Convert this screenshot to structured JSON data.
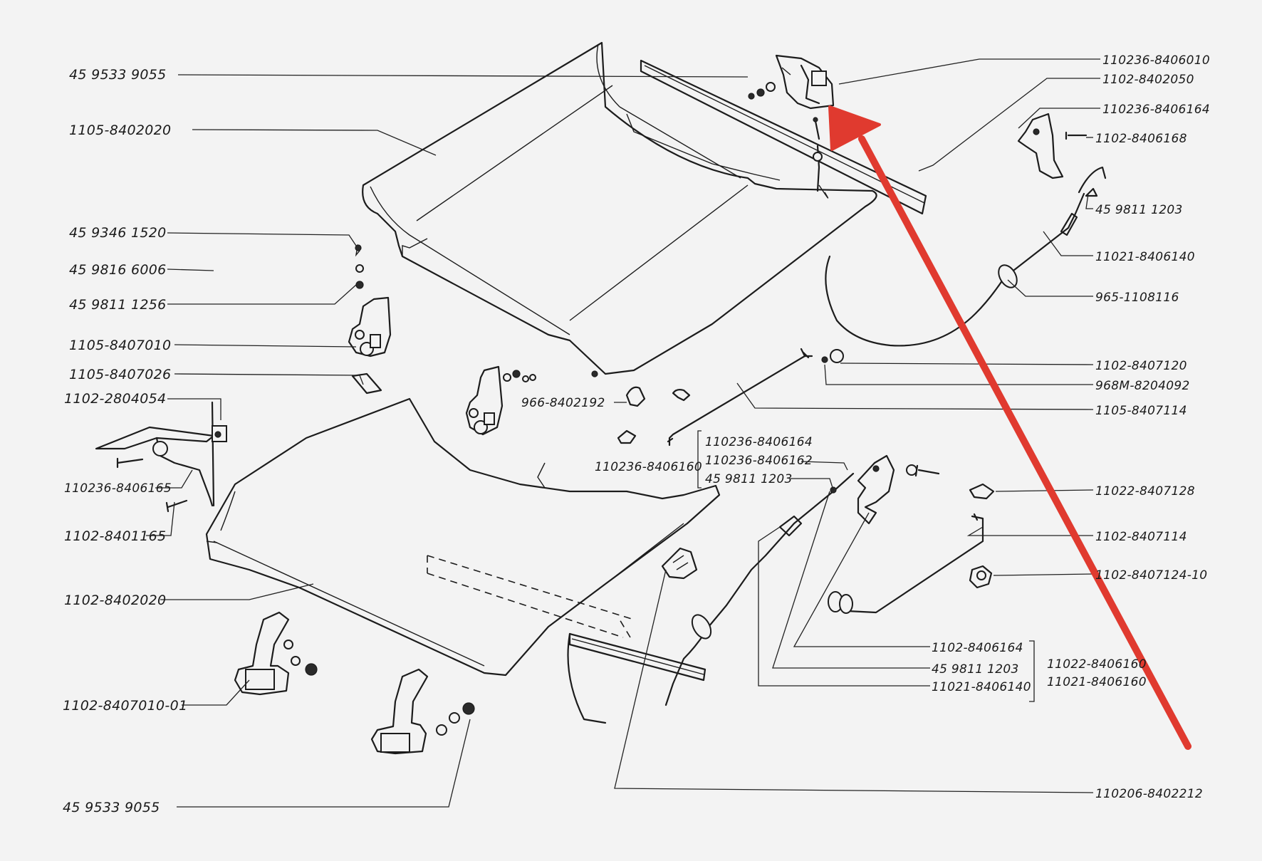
{
  "labels": {
    "l01": "45 9533 9055",
    "l02": "1105-8402020",
    "l03": "45 9346 1520",
    "l04": "45 9816 6006",
    "l05": "45 9811 1256",
    "l06": "1105-8407010",
    "l07": "1105-8407026",
    "l08": "1102-2804054",
    "l09": "110236-8406165",
    "l10": "1102-8401165",
    "l11": "1102-8402020",
    "l12": "1102-8407010-01",
    "l13": "45 9533 9055",
    "l14": "110236-8406010",
    "l15": "1102-8402050",
    "l16": "110236-8406164",
    "l17": "1102-8406168",
    "l18": "45 9811 1203",
    "l19": "11021-8406140",
    "l20": "965-1108116",
    "l21": "1102-8407120",
    "l22": "968M-8204092",
    "l23": "1105-8407114",
    "l24": "966-8402192",
    "l25": "110236-8406160",
    "l26": "110236-8406164",
    "l27": "110236-8406162",
    "l28": "45 9811 1203",
    "l29": "11022-8407128",
    "l30": "1102-8407114",
    "l31": "1102-8407124-10",
    "l32": "1102-8406164",
    "l33": "45 9811 1203",
    "l34": "11021-8406140",
    "l35": "11022-8406160",
    "l36": "11021-8406160",
    "l37": "110206-8402212"
  },
  "colors": {
    "background": "#f3f3f3",
    "ink": "#1c1c1c",
    "arrow": "#e03a2f"
  },
  "annotation": {
    "type": "arrow",
    "color": "#e03a2f",
    "points_to": "110236-8406010"
  }
}
